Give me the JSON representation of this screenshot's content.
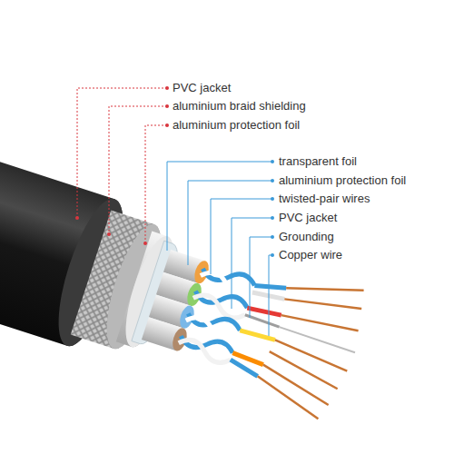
{
  "diagram": {
    "labels": [
      "PVC jacket",
      "aluminium braid shielding",
      "aluminium protection foil",
      "transparent foil",
      "aluminium protection foil",
      "twisted-pair wires",
      "PVC jacket",
      "Grounding",
      "Copper wire"
    ]
  }
}
